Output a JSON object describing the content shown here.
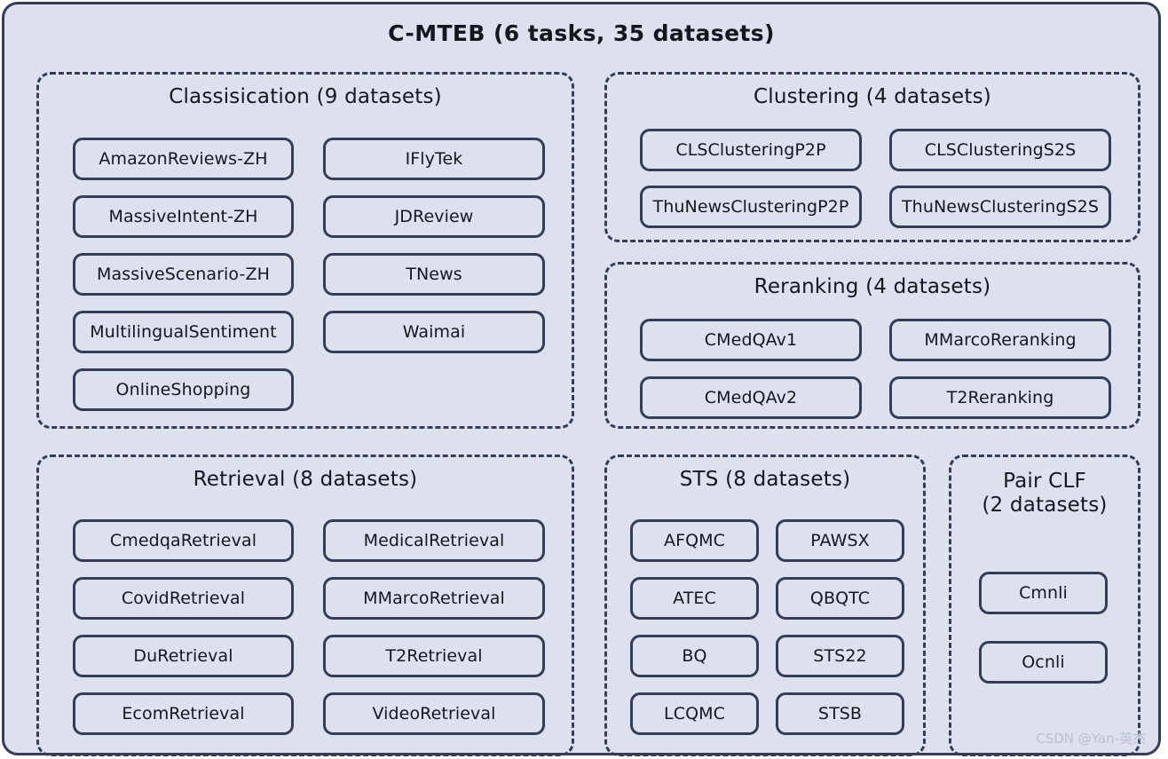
{
  "diagram": {
    "title": "C-MTEB (6 tasks, 35 datasets)",
    "watermark": "CSDN @Yan-英杰",
    "colors": {
      "background": "#dde1ee",
      "border": "#353c55",
      "text": "#131720",
      "watermark": "#b9bfd2"
    }
  },
  "groups": [
    {
      "id": "classification",
      "title": "Classisication (9 datasets)",
      "datasets": [
        "AmazonReviews-ZH",
        "IFlyTek",
        "MassiveIntent-ZH",
        "JDReview",
        "MassiveScenario-ZH",
        "TNews",
        "MultilingualSentiment",
        "Waimai",
        "OnlineShopping"
      ]
    },
    {
      "id": "clustering",
      "title": "Clustering (4 datasets)",
      "datasets": [
        "CLSClusteringP2P",
        "CLSClusteringS2S",
        "ThuNewsClusteringP2P",
        "ThuNewsClusteringS2S"
      ]
    },
    {
      "id": "reranking",
      "title": "Reranking (4 datasets)",
      "datasets": [
        "CMedQAv1",
        "MMarcoReranking",
        "CMedQAv2",
        "T2Reranking"
      ]
    },
    {
      "id": "retrieval",
      "title": "Retrieval (8 datasets)",
      "datasets": [
        "CmedqaRetrieval",
        "MedicalRetrieval",
        "CovidRetrieval",
        "MMarcoRetrieval",
        "DuRetrieval",
        "T2Retrieval",
        "EcomRetrieval",
        "VideoRetrieval"
      ]
    },
    {
      "id": "sts",
      "title": "STS (8 datasets)",
      "datasets": [
        "AFQMC",
        "PAWSX",
        "ATEC",
        "QBQTC",
        "BQ",
        "STS22",
        "LCQMC",
        "STSB"
      ]
    },
    {
      "id": "pair-clf",
      "title_line1": "Pair CLF",
      "title_line2": "(2 datasets)",
      "datasets": [
        "Cmnli",
        "Ocnli"
      ]
    }
  ]
}
